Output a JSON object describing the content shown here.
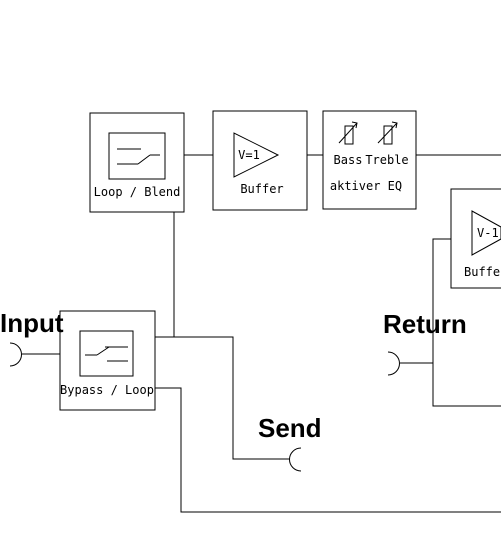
{
  "labels": {
    "input": "Input",
    "return": "Return",
    "send": "Send"
  },
  "blocks": {
    "loop_blend": "Loop / Blend",
    "buffer": "Buffer",
    "eq_bass": "Bass",
    "eq_treble": "Treble",
    "eq_title": "aktiver EQ",
    "buffer_right": "Buffer",
    "bypass_loop": "Bypass / Loop"
  },
  "amp_gain": {
    "buffer": "V=1",
    "buffer_right": "V-1"
  }
}
